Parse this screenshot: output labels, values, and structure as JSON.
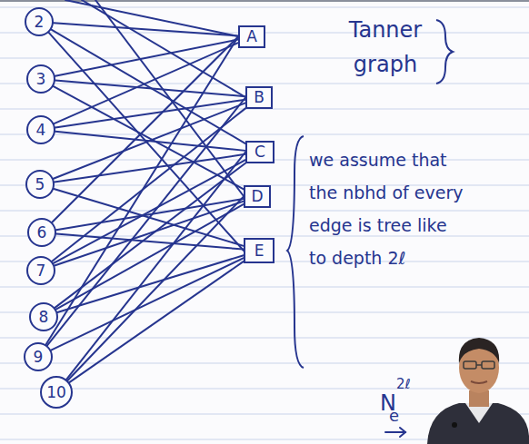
{
  "diagram": {
    "nodes": [
      {
        "text": [
          "2"
        ]
      },
      {
        "text": [
          "3"
        ]
      },
      {
        "text": [
          "4"
        ]
      },
      {
        "text": [
          "5"
        ]
      },
      {
        "text": [
          "6"
        ]
      },
      {
        "text": [
          "7"
        ]
      },
      {
        "text": [
          "8"
        ]
      },
      {
        "text": [
          "9"
        ]
      },
      {
        "text": [
          "10"
        ]
      },
      {
        "text": [
          "A"
        ]
      },
      {
        "text": [
          "B"
        ]
      },
      {
        "text": [
          "C"
        ]
      },
      {
        "text": [
          "D"
        ]
      },
      {
        "text": [
          "E"
        ]
      }
    ],
    "edges": [
      {
        "from": 0,
        "to": 9,
        "arrow": "none"
      },
      {
        "from": 0,
        "to": 11,
        "arrow": "none"
      },
      {
        "from": 0,
        "to": 13,
        "arrow": "none"
      },
      {
        "from": 1,
        "to": 9,
        "arrow": "none"
      },
      {
        "from": 1,
        "to": 10,
        "arrow": "none"
      },
      {
        "from": 1,
        "to": 12,
        "arrow": "none"
      },
      {
        "from": 2,
        "to": 9,
        "arrow": "none"
      },
      {
        "from": 2,
        "to": 10,
        "arrow": "none"
      },
      {
        "from": 2,
        "to": 11,
        "arrow": "none"
      },
      {
        "from": 3,
        "to": 10,
        "arrow": "none"
      },
      {
        "from": 3,
        "to": 11,
        "arrow": "none"
      },
      {
        "from": 3,
        "to": 13,
        "arrow": "none"
      },
      {
        "from": 4,
        "to": 9,
        "arrow": "none"
      },
      {
        "from": 4,
        "to": 12,
        "arrow": "none"
      },
      {
        "from": 4,
        "to": 13,
        "arrow": "none"
      },
      {
        "from": 5,
        "to": 10,
        "arrow": "none"
      },
      {
        "from": 5,
        "to": 11,
        "arrow": "none"
      },
      {
        "from": 5,
        "to": 12,
        "arrow": "none"
      },
      {
        "from": 6,
        "to": 11,
        "arrow": "none"
      },
      {
        "from": 6,
        "to": 12,
        "arrow": "none"
      },
      {
        "from": 6,
        "to": 13,
        "arrow": "none"
      },
      {
        "from": 7,
        "to": 9,
        "arrow": "none"
      },
      {
        "from": 7,
        "to": 10,
        "arrow": "none"
      },
      {
        "from": 7,
        "to": 13,
        "arrow": "none"
      },
      {
        "from": 8,
        "to": 11,
        "arrow": "none"
      },
      {
        "from": 8,
        "to": 12,
        "arrow": "none"
      },
      {
        "from": 8,
        "to": 13,
        "arrow": "none"
      }
    ],
    "labels": [
      "Tanner graph",
      "we assume that the nbhd of every edge is tree like to depth 2ℓ",
      "N",
      "2ℓ",
      "e"
    ]
  }
}
